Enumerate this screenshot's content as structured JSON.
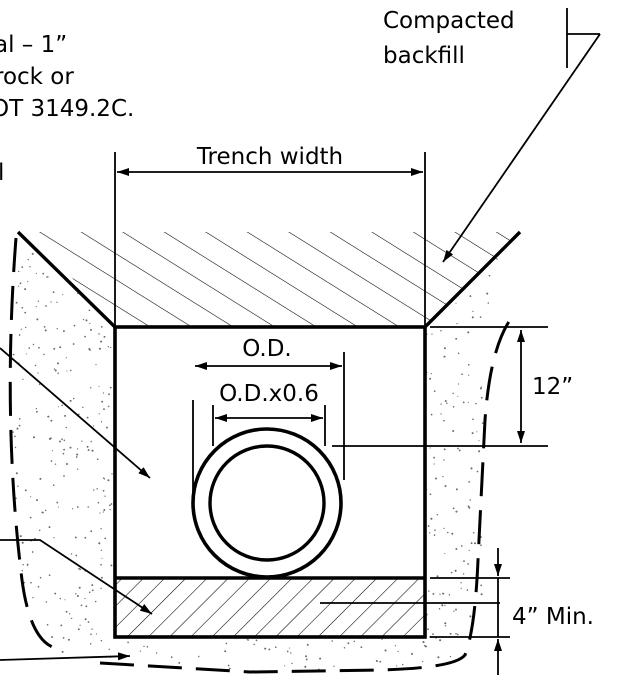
{
  "labels": {
    "compacted_backfill_line1": "Compacted",
    "compacted_backfill_line2": "backfill",
    "note_line1": "al  –  1”",
    "note_line2": "rock  or",
    "note_line3": "OT  3149.2C.",
    "cut_letter": "l",
    "trench_width": "Trench  width",
    "od": "O.D.",
    "od_x_06": "O.D.x0.6",
    "cover_12": "12”",
    "bedding_min": "4”  Min."
  },
  "colors": {
    "line": "#000000",
    "background": "#ffffff",
    "stipple": "#6b6b6b"
  }
}
